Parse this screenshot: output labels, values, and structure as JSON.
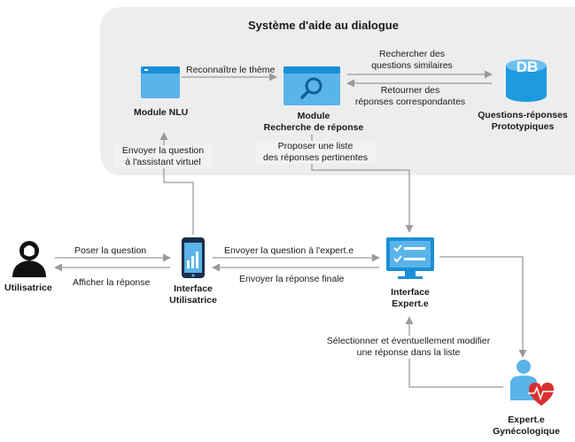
{
  "system_title": "Système d'aide au dialogue",
  "nodes": {
    "nlu": {
      "label": "Module NLU"
    },
    "search": {
      "label_line1": "Module",
      "label_line2": "Recherche de réponse"
    },
    "db": {
      "icon_text": "DB",
      "label_line1": "Questions-réponses",
      "label_line2": "Prototypiques"
    },
    "user": {
      "label": "Utilisatrice"
    },
    "ui": {
      "label_line1": "Interface",
      "label_line2": "Utilisatrice"
    },
    "expert_ui": {
      "label_line1": "Interface",
      "label_line2": "Expert.e"
    },
    "expert": {
      "label_line1": "Expert.e",
      "label_line2": "Gynécologique"
    }
  },
  "edges": {
    "recognize_theme": "Reconnaître le thème",
    "search_similar_1": "Rechercher des",
    "search_similar_2": "questions similaires",
    "return_answers_1": "Retourner des",
    "return_answers_2": "réponses correspondantes",
    "send_to_assistant_1": "Envoyer la question",
    "send_to_assistant_2": "à l'assistant virtuel",
    "propose_list_1": "Proposer une liste",
    "propose_list_2": "des réponses pertinentes",
    "ask_question": "Poser la question",
    "show_answer": "Afficher la réponse",
    "send_to_expert": "Envoyer la question à l'expert.e",
    "send_final": "Envoyer la réponse finale",
    "select_modify_1": "Sélectionner et éventuellement modifier",
    "select_modify_2": "une réponse dans la liste"
  },
  "colors": {
    "panel": "#ededed",
    "arrow": "#9a9a9a",
    "icon_blue": "#1b8fd6",
    "icon_light": "#5ab4ea",
    "db_blue": "#1e9be0",
    "heart_red": "#d7302f",
    "person_dark": "#111111"
  }
}
